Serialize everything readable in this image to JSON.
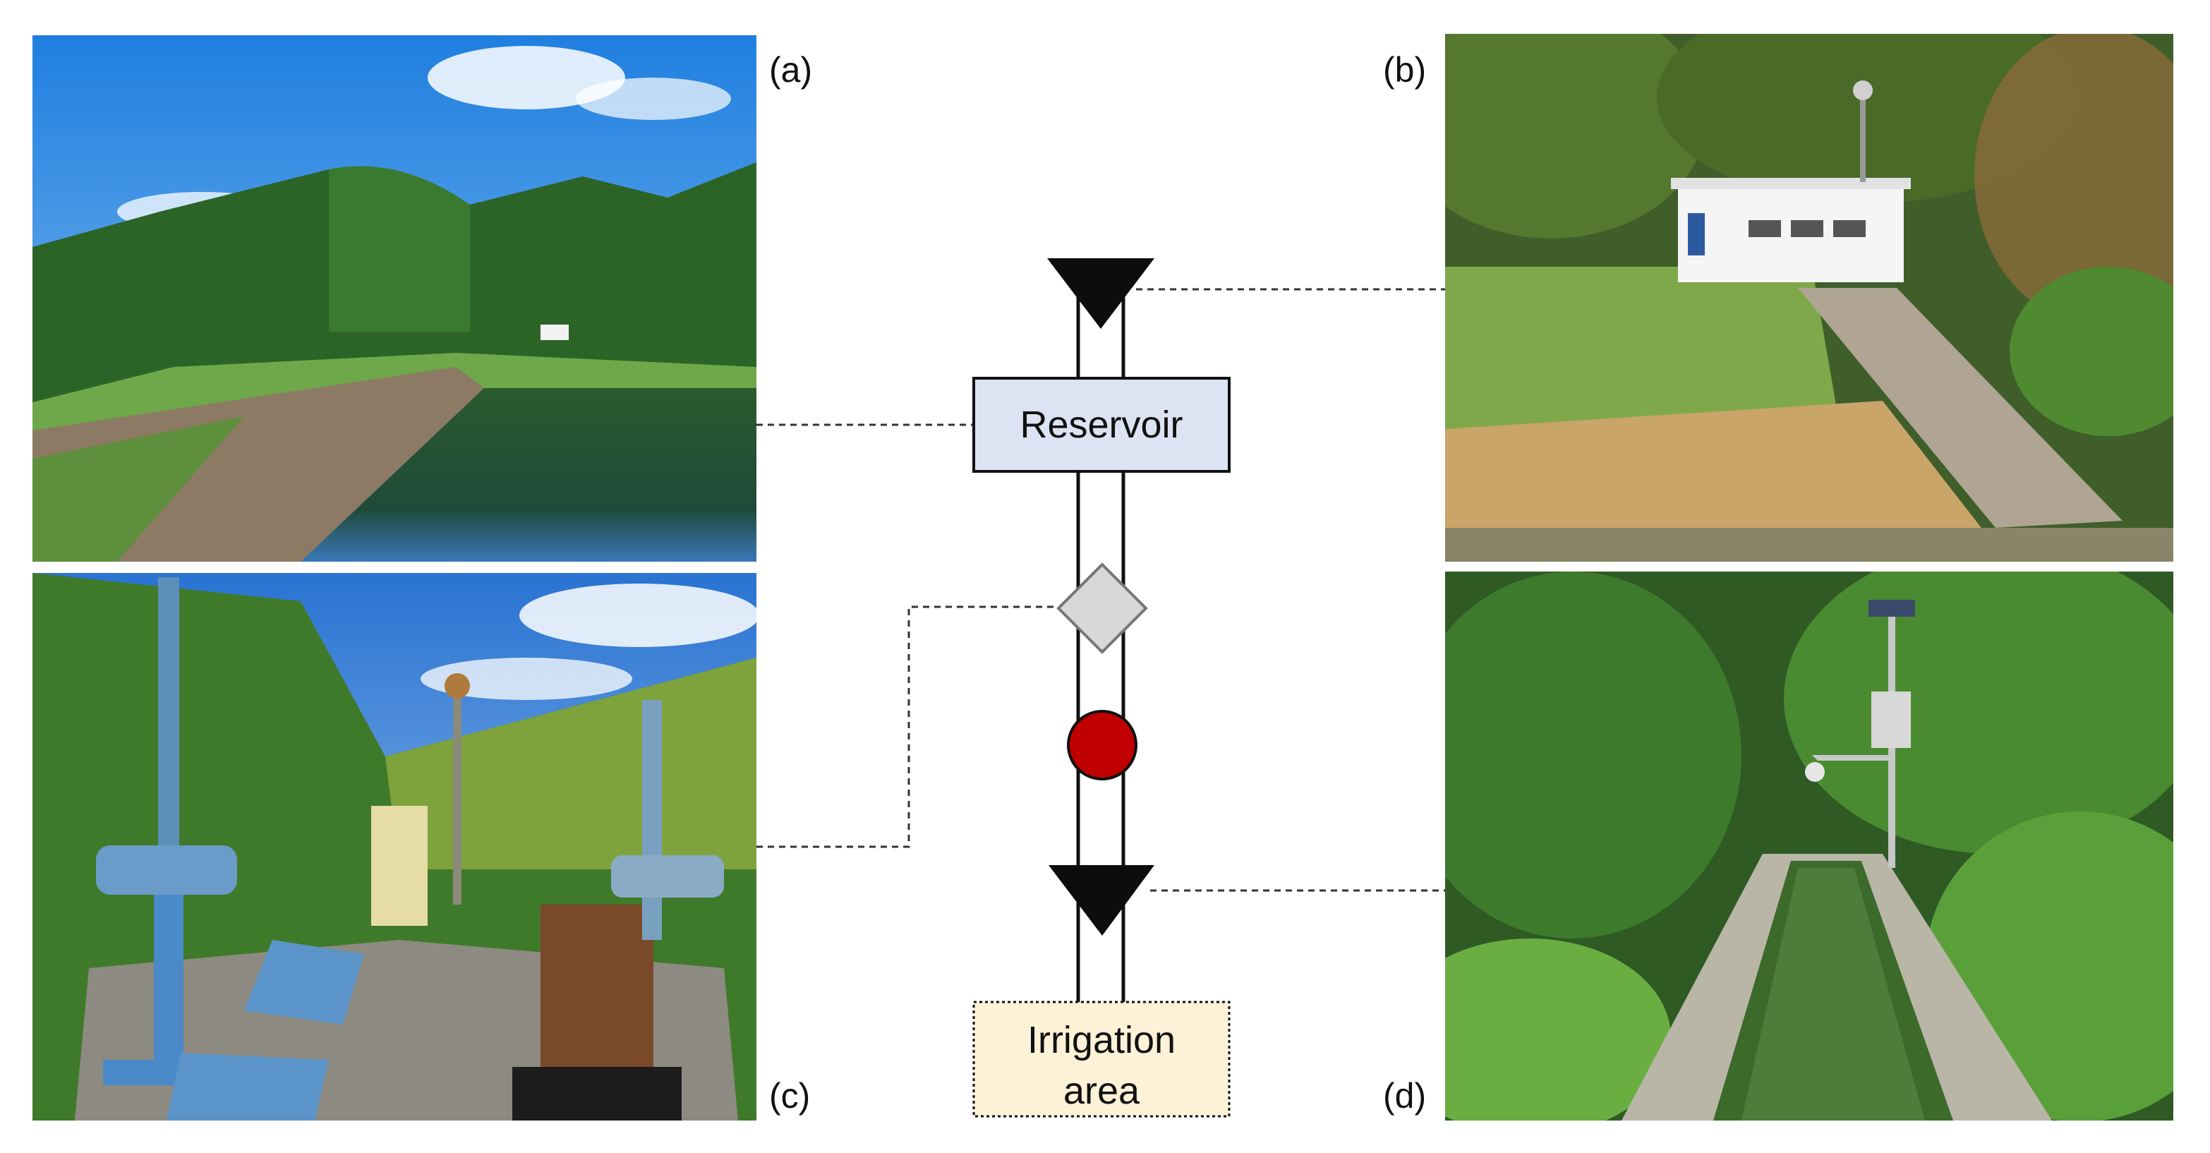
{
  "panels": [
    {
      "id": "a",
      "label": "(a)",
      "subject": "reservoir-photo"
    },
    {
      "id": "b",
      "label": "(b)",
      "subject": "water-level-station-photo"
    },
    {
      "id": "c",
      "label": "(c)",
      "subject": "intake-gate-photo"
    },
    {
      "id": "d",
      "label": "(d)",
      "subject": "irrigation-canal-photo"
    }
  ],
  "diagram": {
    "reservoir_label": "Reservoir",
    "irrigation_line1": "Irrigation",
    "irrigation_line2": "area"
  },
  "colors": {
    "reservoir_box_fill": "#dce3f3",
    "irrigation_box_fill": "#fdf1d7",
    "gate_diamond_fill": "#d8d8d8",
    "flow_point_fill": "#c00000",
    "marker_fill": "#0d0d0d",
    "sky": "#3b8de0",
    "forest": "#2e6a2a",
    "water": "#2d5a3a"
  },
  "icons": {
    "water_level_marker": "down-triangle-icon",
    "gate": "diamond-icon",
    "flow_meter": "circle-icon"
  }
}
